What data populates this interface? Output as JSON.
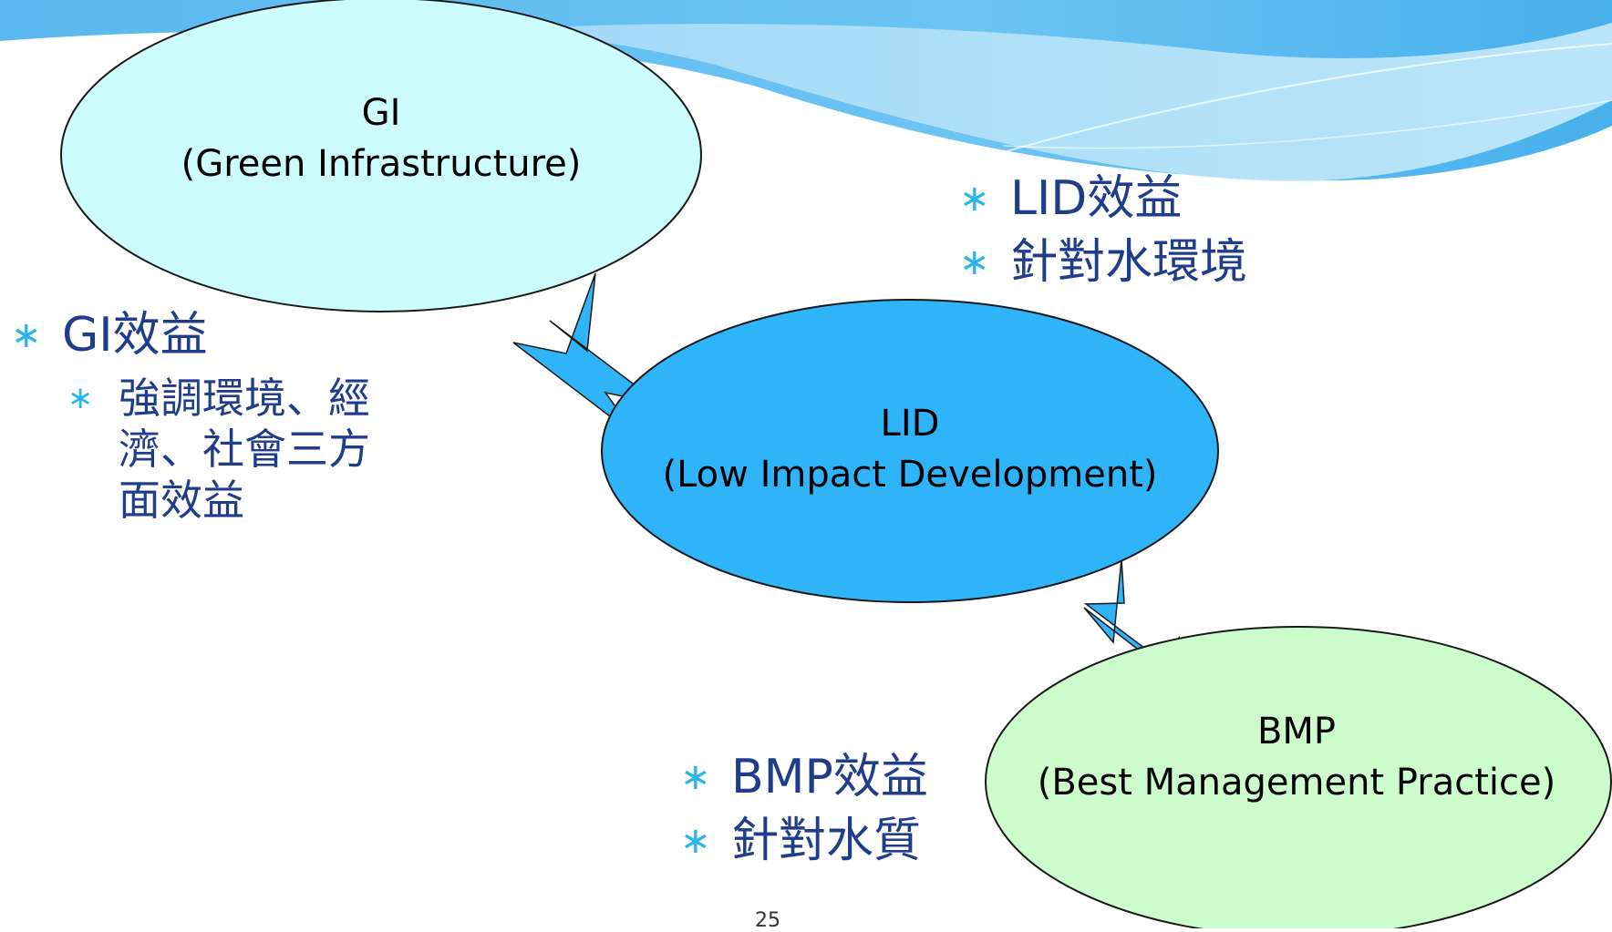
{
  "diagram": {
    "nodes": [
      {
        "id": "gi",
        "line1": "GI",
        "line2": "(Green Infrastructure)",
        "fill": "#ccfcfc"
      },
      {
        "id": "lid",
        "line1": "LID",
        "line2": "(Low Impact Development)",
        "fill": "#30b4f9"
      },
      {
        "id": "bmp",
        "line1": "BMP",
        "line2": "(Best Management Practice)",
        "fill": "#ccfccc"
      }
    ],
    "edges": [
      {
        "from": "gi",
        "to": "lid",
        "type": "double-arrow"
      },
      {
        "from": "lid",
        "to": "bmp",
        "type": "double-arrow"
      }
    ]
  },
  "gi_notes": {
    "title": "GI效益",
    "sub": "強調環境、經濟、社會三方面效益"
  },
  "lid_notes": {
    "title": "LID效益",
    "sub": "針對水環境"
  },
  "bmp_notes": {
    "title": "BMP效益",
    "sub": "針對水質"
  },
  "bullet_symbol": "∗",
  "page_number": "25",
  "colors": {
    "bullet_text": "#1f3d8a",
    "bullet_marker": "#29b6e8",
    "arrow_fill": "#30b4f9",
    "header_wave": "#5ab8ee"
  }
}
